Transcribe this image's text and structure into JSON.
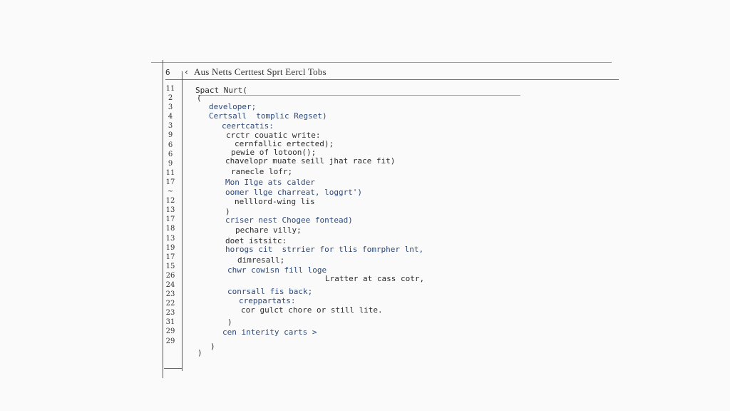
{
  "tabbar": {
    "index": "6",
    "back_icon": "‹",
    "title": "Aus Netts  Certtest  Sprt  Eercl  Tobs"
  },
  "gutter": {
    "line_numbers": [
      "11",
      "2",
      "3",
      "4",
      "3",
      "9",
      "6",
      "6",
      "9",
      "11",
      "17",
      "~",
      "12",
      "13",
      "17",
      "18",
      "13",
      "19",
      "17",
      "15",
      "26",
      "24",
      "23",
      "22",
      "23",
      "31",
      "29",
      "29"
    ]
  },
  "code": {
    "lines": [
      {
        "text": "Spact Nurt("
      },
      {
        "text": "("
      },
      {
        "text": "developer;"
      },
      {
        "text": "Certsall  tomplic Regset)"
      },
      {
        "text": "ceertcatis:"
      },
      {
        "text": "crctr couatic write:"
      },
      {
        "text": "cernfallic ertected);"
      },
      {
        "text": "pewie of lotoon();"
      },
      {
        "text": "chavelopr muate seill jhat race fit)"
      },
      {
        "text": "ranecle lofr;"
      },
      {
        "text": "Mon Ilge ats calder"
      },
      {
        "text": "oomer llge charreat, loggrt')"
      },
      {
        "text": "nelllord-wing lis"
      },
      {
        "text": ")"
      },
      {
        "text": "criser nest Chogee fontead)"
      },
      {
        "text": "pechare villy;"
      },
      {
        "text": "doet istsitc:"
      },
      {
        "text": "horogs cit  strrier for tlis fomrpher lnt,"
      },
      {
        "text": "dimresall;"
      },
      {
        "text": "chwr cowisn fill loge"
      },
      {
        "text": "Lratter at cass cotr,"
      },
      {
        "text": "conrsall fis back;"
      },
      {
        "text": "creppartats:"
      },
      {
        "text": "cor gulct chore or still lite."
      },
      {
        "text": ")"
      },
      {
        "text": "cen interity carts >"
      },
      {
        "text": ")"
      },
      {
        "text": ")"
      }
    ]
  }
}
